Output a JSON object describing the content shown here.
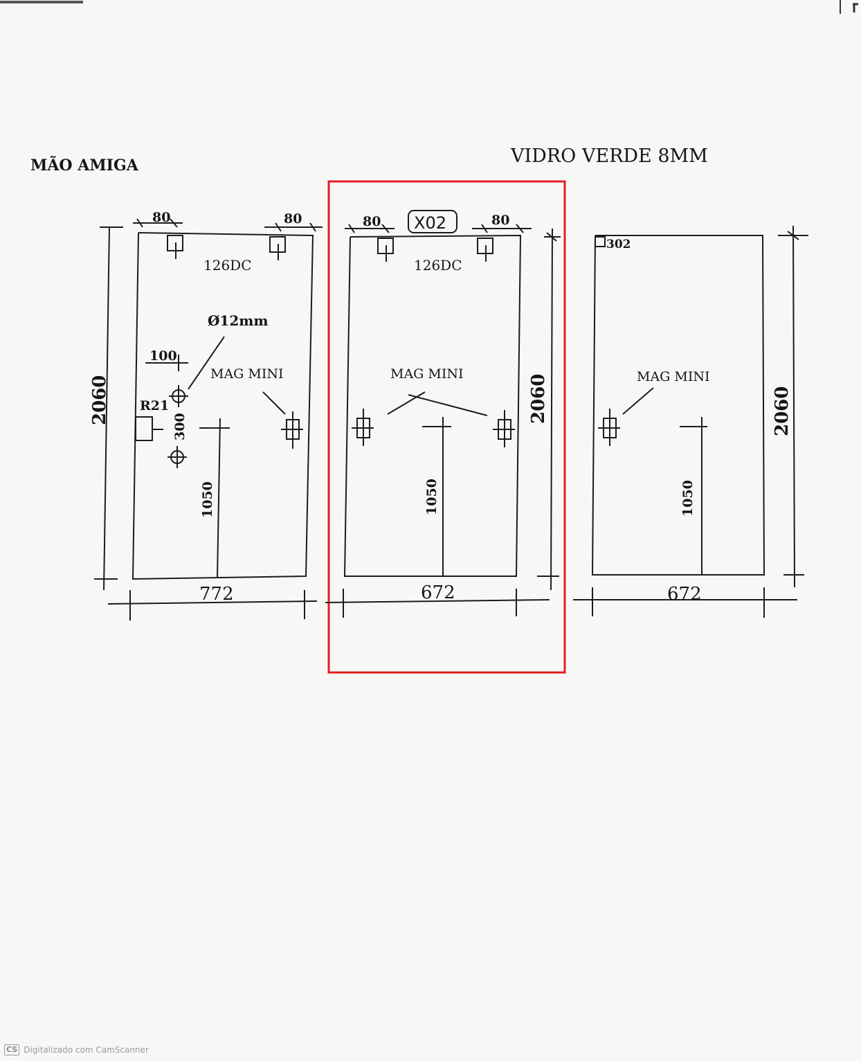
{
  "header": {
    "client": "MÃO AMIGA",
    "material": "VIDRO VERDE 8MM"
  },
  "panels": [
    {
      "id": "panel-1",
      "hinge_offset_left": "80",
      "hinge_offset_right": "80",
      "hinge_model": "126DC",
      "hole_diameter": "Ø12mm",
      "edge_offset": "100",
      "handle_model": "R21",
      "handle_spacing": "300",
      "lock_label": "MAG MINI",
      "lock_height": "1050",
      "height": "2060",
      "width": "772"
    },
    {
      "id": "panel-2",
      "hinge_offset_left": "80",
      "hinge_offset_right": "80",
      "tag": "X02",
      "hinge_model": "126DC",
      "lock_label": "MAG MINI",
      "lock_height": "1050",
      "height": "2060",
      "width": "672"
    },
    {
      "id": "panel-3",
      "corner_code": "302",
      "lock_label": "MAG MINI",
      "lock_height": "1050",
      "height": "2060",
      "width": "672"
    }
  ],
  "colors": {
    "highlight": "#e01e1e",
    "ink": "#1b1b1b",
    "paper": "#f7f7f6"
  },
  "footer": {
    "logo": "CS",
    "text": "Digitalizado com CamScanner"
  }
}
